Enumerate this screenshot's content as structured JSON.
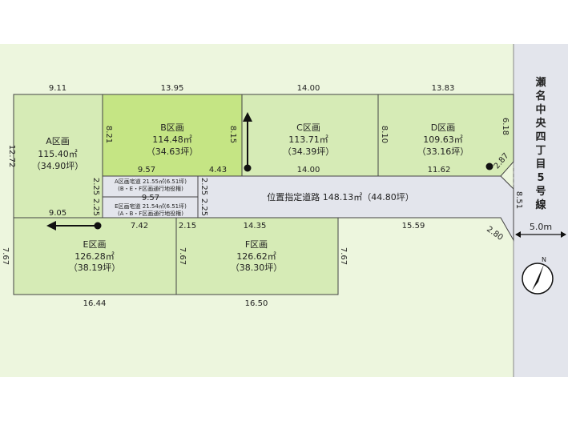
{
  "colors": {
    "land": "#edf6de",
    "lot": "#d6ebb6",
    "highlight": "#c5e584",
    "road": "#e3e5ec",
    "outline": "#444444"
  },
  "lots": {
    "A": {
      "name": "A区画",
      "area": "115.40㎡",
      "tsubo": "（34.90坪）"
    },
    "B": {
      "name": "B区画",
      "area": "114.48㎡",
      "tsubo": "（34.63坪）"
    },
    "C": {
      "name": "C区画",
      "area": "113.71㎡",
      "tsubo": "（34.39坪）"
    },
    "D": {
      "name": "D区画",
      "area": "109.63㎡",
      "tsubo": "（33.16坪）"
    },
    "E": {
      "name": "E区画",
      "area": "126.28㎡",
      "tsubo": "（38.19坪）"
    },
    "F": {
      "name": "F区画",
      "area": "126.62㎡",
      "tsubo": "（38.30坪）"
    }
  },
  "road": {
    "label": "位置指定道路 148.13㎡（44.80坪）"
  },
  "easements": {
    "a_line1": "A区画宅道 21.55㎡(6.51坪)",
    "a_line2": "(B・E・F区画通行地役権)",
    "e_line1": "E区画宅道 21.54㎡(6.51坪)",
    "e_line2": "(A・B・F区画通行地役権)"
  },
  "main_road": {
    "name_chars": [
      "瀬",
      "名",
      "中",
      "央",
      "四",
      "丁",
      "目",
      "5",
      "号",
      "線"
    ],
    "width": "5.0m"
  },
  "north_symbol": "N",
  "dims": {
    "top_a": "9.11",
    "top_b": "13.95",
    "top_c": "14.00",
    "top_d": "13.83",
    "left_a": "12.72",
    "b_left": "8.21",
    "b_right": "8.15",
    "d_left": "8.10",
    "d_right": "6.18",
    "b_bottom": "9.57",
    "b_bottom2": "4.43",
    "c_bottom": "14.00",
    "d_bottom": "11.62",
    "corner_287": "2.87",
    "ease_left1": "2.25",
    "ease_left2": "2.25",
    "ease_right1": "2.25",
    "ease_right2": "2.25",
    "ease_mid": "9.57",
    "a_bottom": "9.05",
    "road_right": "8.51",
    "e_top": "7.42",
    "f_top_a": "2.15",
    "f_top_b": "14.35",
    "road_bottom": "15.59",
    "corner_280": "2.80",
    "e_left": "7.67",
    "e_right": "7.67",
    "f_right": "7.67",
    "e_bottom": "16.44",
    "f_bottom": "16.50"
  }
}
